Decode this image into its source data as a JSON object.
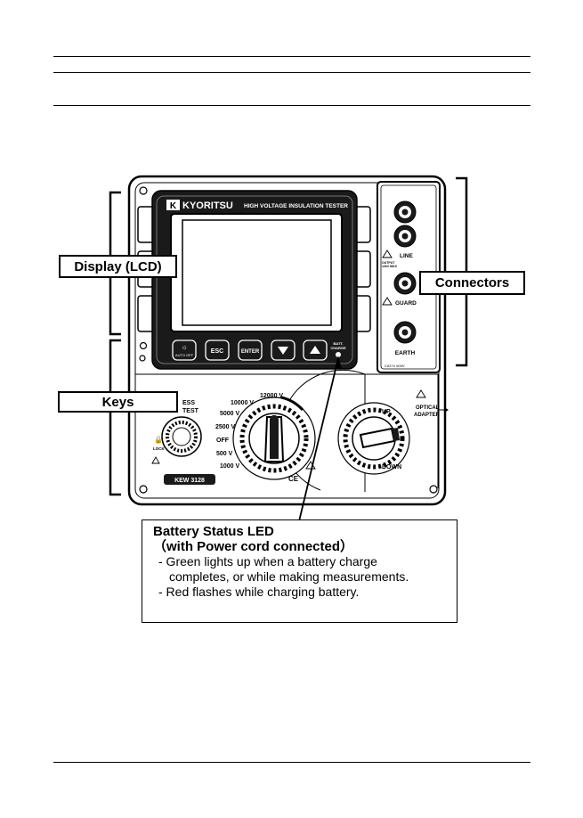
{
  "panel": {
    "brand": "KYORITSU",
    "model_line": "HIGH VOLTAGE INSULATION TESTER",
    "model": "KEW 3128",
    "keys": {
      "auto_off": "AUTO OFF",
      "esc": "ESC",
      "enter": "ENTER",
      "batt_line1": "BATT.",
      "batt_line2": "CHARGE"
    },
    "range_labels": [
      "12000 V",
      "10000 V",
      "5000 V",
      "2500 V",
      "OFF",
      "500 V",
      "1000 V"
    ],
    "press_test": [
      "ESS",
      "TEST"
    ],
    "lock": "LOCK",
    "up": "UP",
    "down": "DOWN",
    "optical": [
      "OPTICAL",
      "ADAPTER"
    ],
    "terminals": {
      "line": "LINE",
      "guard": "GUARD",
      "earth": "EARTH",
      "output": [
        "OUTPUT",
        "12kV MAX"
      ],
      "cat": "CAT.IV 600V"
    },
    "ce": "CE"
  },
  "callouts": {
    "display": "Display (LCD)",
    "connectors": "Connectors",
    "keys": "Keys"
  },
  "battery_note": {
    "title": "Battery Status LED",
    "subtitle": "（with Power cord connected）",
    "line1": "- Green lights up when a battery charge",
    "line2": "completes, or while making measurements.",
    "line3": "- Red flashes while charging battery."
  }
}
